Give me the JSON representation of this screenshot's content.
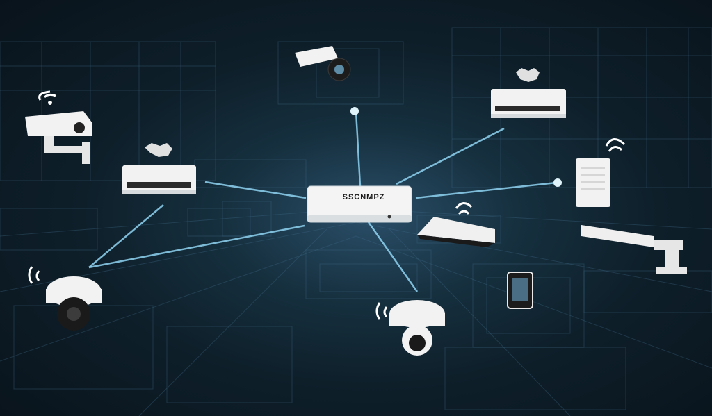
{
  "hub": {
    "label": "SSCNMPZ"
  },
  "colors": {
    "background": "#0e1f2a",
    "line_art": "#3e6a86",
    "connection": "#8fd4f2",
    "device": "#f2f2f2"
  },
  "devices": [
    {
      "name": "bullet-camera",
      "icon": "security-camera-icon"
    },
    {
      "name": "ceiling-projector-camera",
      "icon": "projector-icon"
    },
    {
      "name": "network-switch-left",
      "icon": "network-switch-icon"
    },
    {
      "name": "network-switch-right",
      "icon": "network-switch-icon"
    },
    {
      "name": "wireless-access-point",
      "icon": "router-icon"
    },
    {
      "name": "flat-panel-sensor",
      "icon": "sensor-panel-icon"
    },
    {
      "name": "wall-mount-arm",
      "icon": "mount-arm-icon"
    },
    {
      "name": "dome-camera-left",
      "icon": "dome-camera-icon"
    },
    {
      "name": "dome-camera-center",
      "icon": "dome-camera-icon"
    },
    {
      "name": "tablet",
      "icon": "tablet-icon"
    }
  ]
}
